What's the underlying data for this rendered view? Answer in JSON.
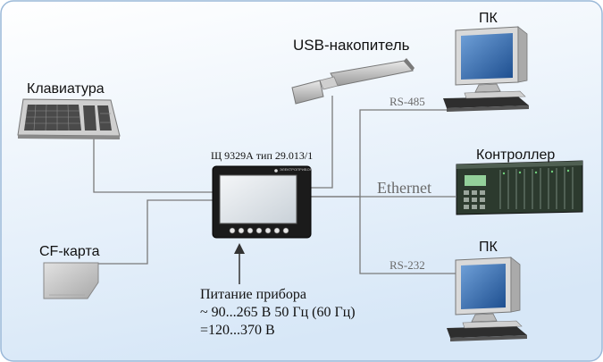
{
  "devices": {
    "main_device": {
      "label": "Щ 9329А тип 29.013/1",
      "logo": "ЭЛЕКТРОПРИБОР"
    },
    "keyboard": {
      "label": "Клавиатура"
    },
    "cf_card": {
      "label": "CF-карта"
    },
    "usb_drive": {
      "label": "USB-накопитель"
    },
    "pc_top": {
      "label": "ПК"
    },
    "controller": {
      "label": "Контроллер"
    },
    "pc_bottom": {
      "label": "ПК"
    }
  },
  "links": {
    "rs485": "RS-485",
    "ethernet": "Ethernet",
    "rs232": "RS-232"
  },
  "power": {
    "title": "Питание прибора",
    "ac": "~ 90...265 В 50 Гц (60 Гц)",
    "dc": "=120...370 В"
  },
  "colors": {
    "background_gradient": [
      "#ffffff",
      "#d7e7f7"
    ],
    "border": "#9ab8d8",
    "connection_line": "#7a7a7a"
  }
}
